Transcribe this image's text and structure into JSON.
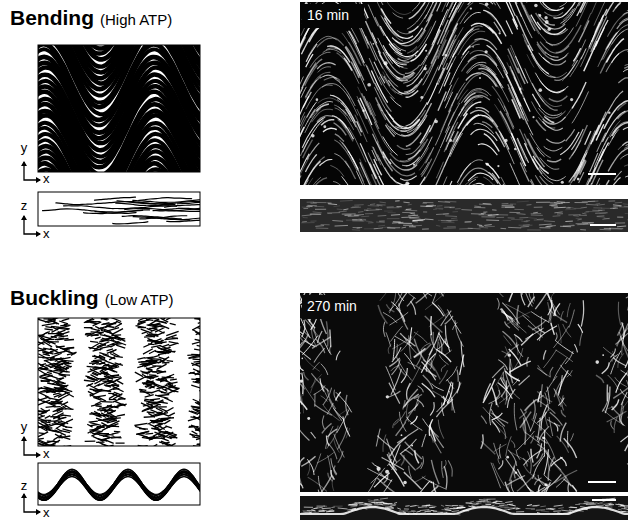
{
  "diagram": {
    "labels": [
      "Bending",
      "(High ATP)",
      "y",
      "x",
      "z",
      "x",
      "16 min",
      "Buckling",
      "(Low ATP)",
      "y",
      "x",
      "z",
      "x",
      "270 min"
    ]
  }
}
